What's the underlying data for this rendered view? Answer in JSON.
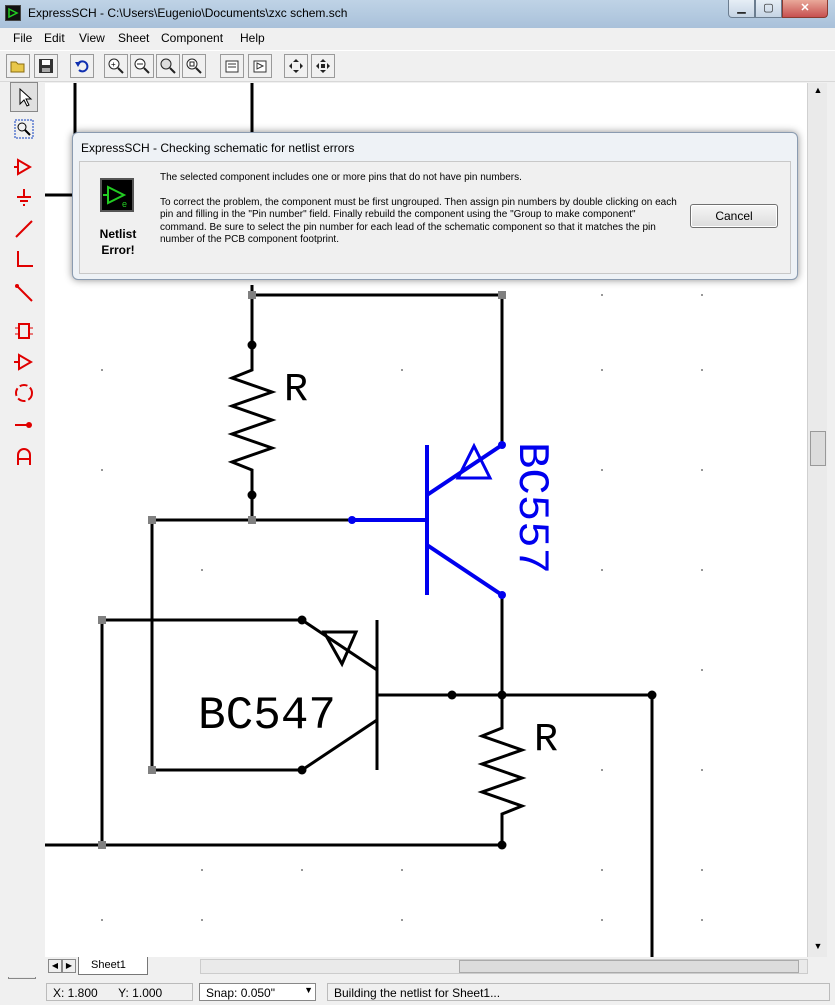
{
  "window": {
    "title": "ExpressSCH - C:\\Users\\Eugenio\\Documents\\zxc schem.sch",
    "controls": {
      "minimize": "▁",
      "maximize": "▢",
      "close": "✕"
    }
  },
  "menu": [
    "File",
    "Edit",
    "View",
    "Sheet",
    "Component",
    "Help"
  ],
  "toolbar": {
    "icons": [
      "open-folder-icon",
      "save-icon",
      "undo-icon",
      "zoom-in-icon",
      "zoom-out-icon",
      "zoom-area-icon",
      "zoom-fit-icon",
      "properties-icon",
      "component-edit-icon",
      "pan-icon",
      "move-icon"
    ]
  },
  "left_tools": [
    "select-arrow-icon",
    "zoom-window-icon",
    "component-icon",
    "ground-icon",
    "wire-icon",
    "corner-wire-icon",
    "line-icon",
    "ic-icon",
    "buffer-icon",
    "circle-icon",
    "pin-icon",
    "text-icon"
  ],
  "schematic": {
    "labels": {
      "r1": "R",
      "r2": "R",
      "q1": "BC557",
      "q2": "BC547"
    },
    "colors": {
      "wire": "#000000",
      "highlight": "#0000ee",
      "node": "#808080"
    }
  },
  "dialog": {
    "title": "ExpressSCH - Checking schematic for netlist errors",
    "error_label_line1": "Netlist",
    "error_label_line2": "Error!",
    "message1": "The selected component includes one or more pins that do not have pin numbers.",
    "message2": "To correct the problem, the component must be first ungrouped.  Then assign pin numbers by double clicking on each pin and filling in the \"Pin number\" field.  Finally rebuild the component using the \"Group to make component\" command.  Be sure to select the pin number for each lead of the schematic component so that it matches the pin number of the PCB component footprint.",
    "cancel_label": "Cancel"
  },
  "sheets": {
    "tab": "Sheet1"
  },
  "status": {
    "x": "X: 1.800",
    "y": "Y: 1.000",
    "snap": "Snap:  0.050\"",
    "message": "Building the netlist for Sheet1..."
  }
}
